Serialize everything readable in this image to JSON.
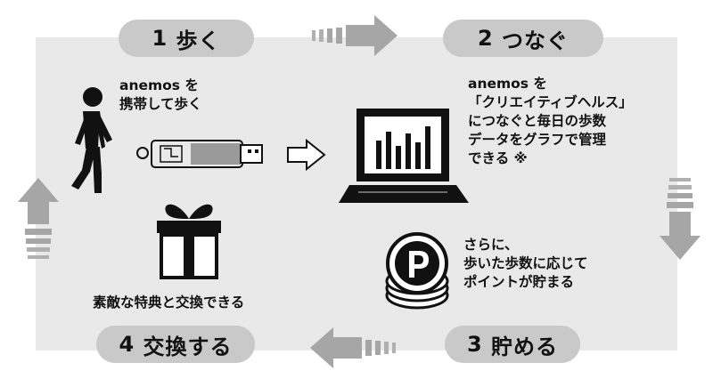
{
  "steps": {
    "s1": {
      "number": "1",
      "label": "歩く"
    },
    "s2": {
      "number": "2",
      "label": "つなぐ"
    },
    "s3": {
      "number": "3",
      "label": "貯める"
    },
    "s4": {
      "number": "4",
      "label": "交換する"
    }
  },
  "texts": {
    "walk": [
      "anemos を",
      "携帯して歩く"
    ],
    "connect": [
      "anemos を",
      "「クリエイティブヘルス」",
      "につなぐと毎日の歩数",
      "データをグラフで管理",
      "できる ※"
    ],
    "save": [
      "さらに、",
      "歩いた歩数に応じて",
      "ポイントが貯まる"
    ],
    "exchange": [
      "素敵な特典と交換できる"
    ]
  },
  "icons": [
    "walking-person-icon",
    "usb-device-icon",
    "laptop-chart-icon",
    "point-coins-icon",
    "gift-box-icon"
  ],
  "colors": {
    "panel": "#e9e9e9",
    "pill": "#c9c9c9",
    "arrow": "#a6a6a6",
    "ink": "#111111"
  }
}
